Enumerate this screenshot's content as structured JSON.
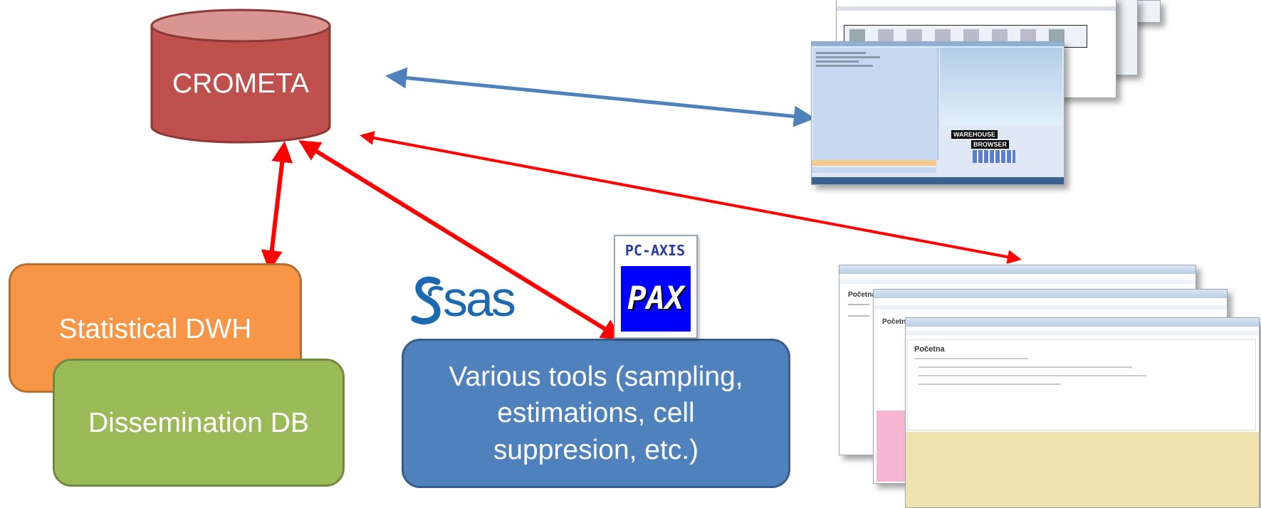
{
  "cylinder": {
    "label": "CROMETA",
    "fill": "#c0504d",
    "top_fill": "#d99592",
    "stroke": "#8c3836"
  },
  "boxes": {
    "statistical_dwh": {
      "label": "Statistical DWH",
      "fill": "#f79646",
      "stroke": "#b66d31"
    },
    "dissemination_db": {
      "label": "Dissemination DB",
      "fill": "#9bbb59",
      "stroke": "#71893f"
    },
    "various_tools": {
      "label": "Various tools (sampling, estimations, cell suppresion, etc.)",
      "fill": "#4f81bd",
      "stroke": "#385d8a"
    }
  },
  "logos": {
    "sas": {
      "text": "sas",
      "color": "#1c69b1"
    },
    "pcaxis": {
      "top_text": "PC-AXIS",
      "main_text": "PAX"
    }
  },
  "screenshots": {
    "warehouse": {
      "badge_line1": "WAREHOUSE",
      "badge_line2": "BROWSER"
    },
    "portal": {
      "heading": "Početna"
    }
  },
  "arrows": {
    "blue": "#4f81bd",
    "red": "#ff0000"
  }
}
